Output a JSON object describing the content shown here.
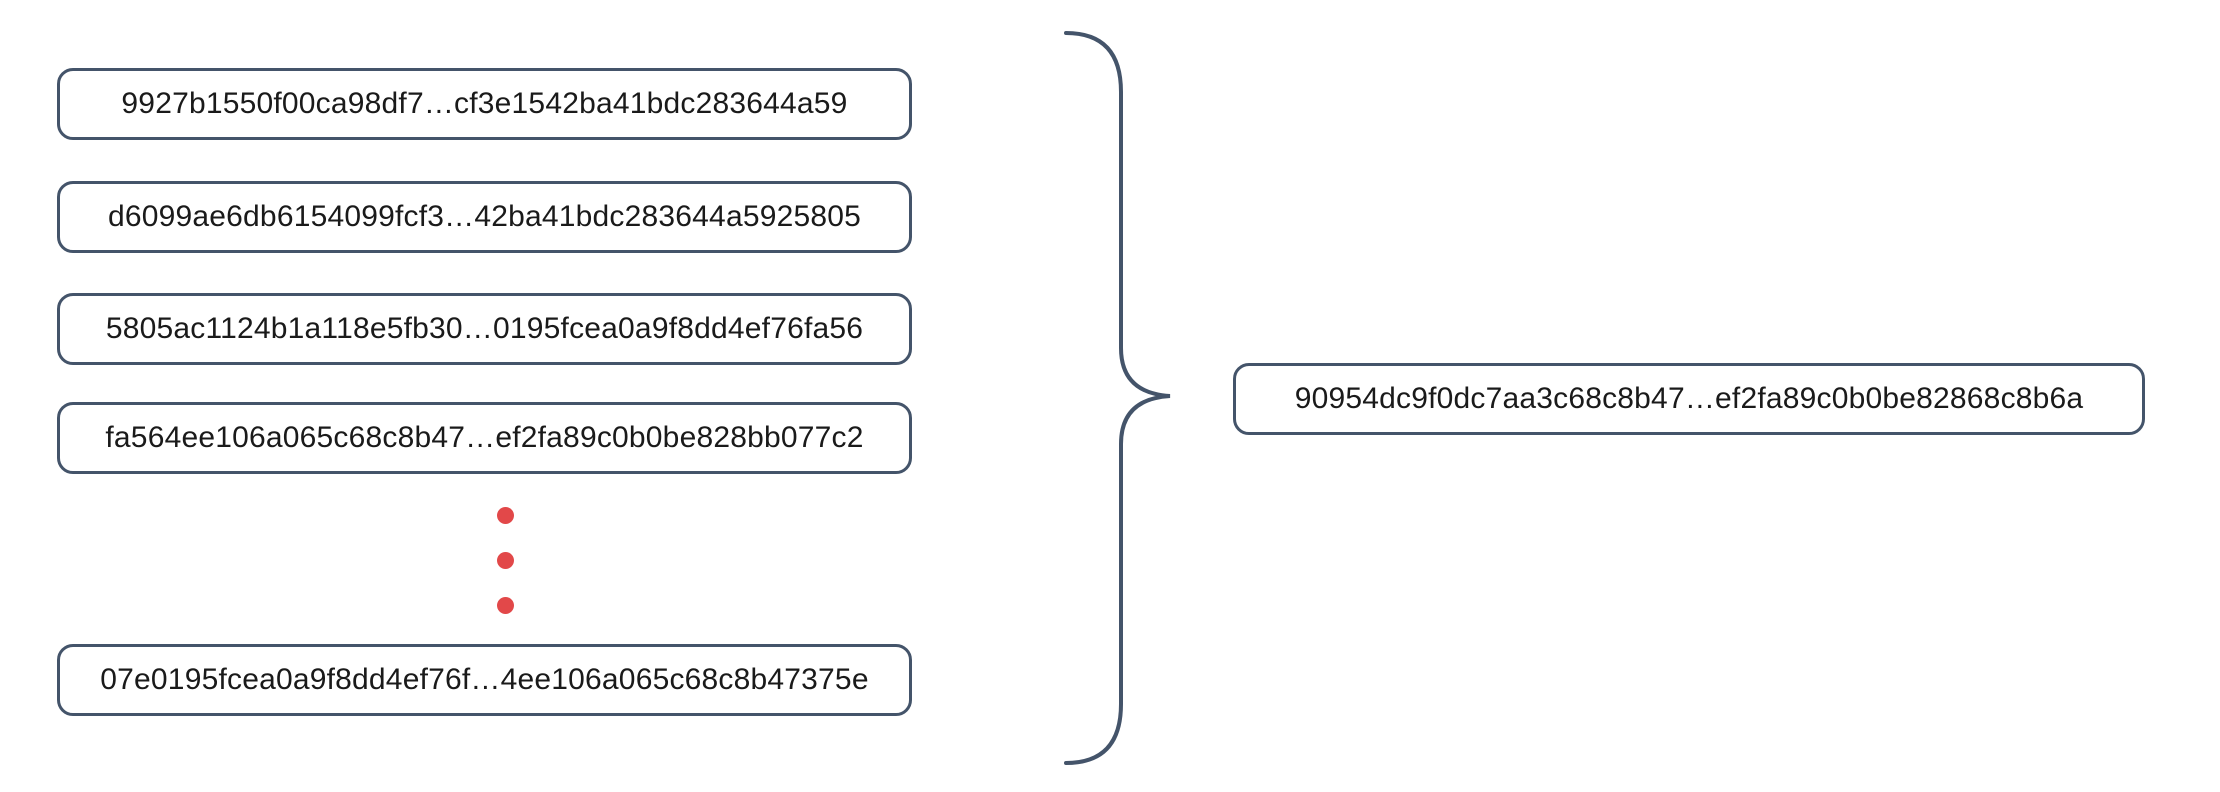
{
  "diagram": {
    "description": "Many hash values combined into a single hash value",
    "left_hashes": [
      {
        "value": "9927b1550f00ca98df7…cf3e1542ba41bdc283644a59"
      },
      {
        "value": "d6099ae6db6154099fcf3…42ba41bdc283644a5925805"
      },
      {
        "value": "5805ac1124b1a118e5fb30…0195fcea0a9f8dd4ef76fa56"
      },
      {
        "value": "fa564ee106a065c68c8b47…ef2fa89c0b0be828bb077c2"
      },
      {
        "value": "07e0195fcea0a9f8dd4ef76f…4ee106a065c68c8b47375e"
      }
    ],
    "ellipsis_dot_count": 3,
    "result_hash": {
      "value": "90954dc9f0dc7aa3c68c8b47…ef2fa89c0b0be82868c8b6a"
    }
  },
  "colors": {
    "box_border": "#44546a",
    "brace": "#44546a",
    "dots": "#e24849",
    "text": "#1a1a1a",
    "background": "#ffffff"
  }
}
